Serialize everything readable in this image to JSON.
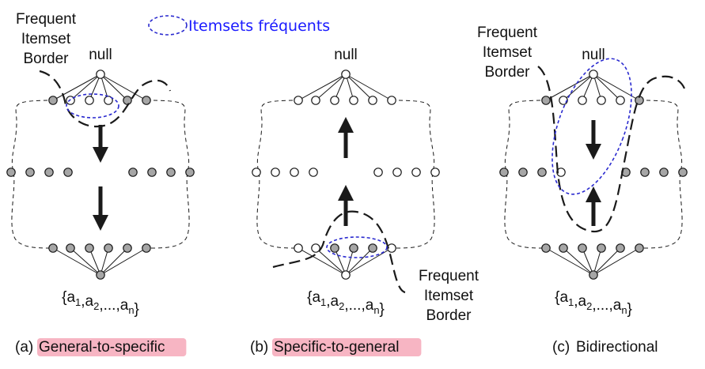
{
  "legend": {
    "label": "Itemsets fréquents"
  },
  "panels": [
    {
      "id": "a",
      "caption_prefix": "(a)",
      "caption_main": "General-to-specific",
      "caption_highlighted": true,
      "null_label": "null",
      "bottom_label": "{a1,a2,...,an}",
      "border_label": [
        "Frequent",
        "Itemset",
        "Border"
      ]
    },
    {
      "id": "b",
      "caption_prefix": "(b)",
      "caption_main": "Specific-to-general",
      "caption_highlighted": true,
      "null_label": "null",
      "bottom_label": "{a1,a2,...,an}",
      "border_label": [
        "Frequent",
        "Itemset",
        "Border"
      ]
    },
    {
      "id": "c",
      "caption_prefix": "(c)",
      "caption_main": "Bidirectional",
      "caption_highlighted": false,
      "null_label": "null",
      "bottom_label": "{a1,a2,...,an}",
      "border_label": [
        "Frequent",
        "Itemset",
        "Border"
      ]
    }
  ],
  "colors": {
    "node_filled": "#a6a6a6",
    "node_empty": "#ffffff",
    "stroke": "#1a1a1a",
    "frequent_ellipse": "#2a2acf",
    "caption_highlight": "#f7b5c3"
  }
}
